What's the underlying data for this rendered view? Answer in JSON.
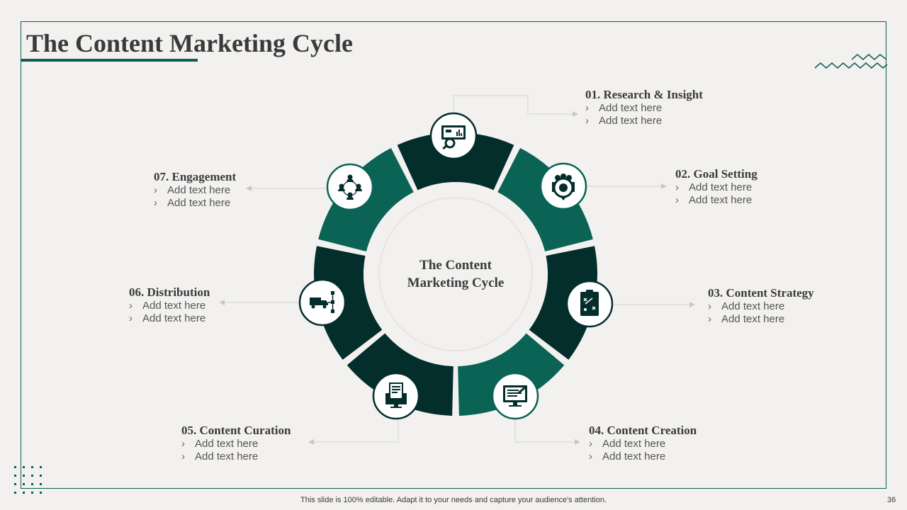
{
  "title": "The Content Marketing Cycle",
  "center_label_line1": "The Content",
  "center_label_line2": "Marketing  Cycle",
  "colors": {
    "dark": "#032e2c",
    "medium": "#0a6355",
    "accent": "#0b5e52",
    "background": "#f2f1ef"
  },
  "steps": [
    {
      "heading": "01. Research & Insight",
      "bullets": [
        "Add text here",
        "Add text here"
      ],
      "icon": "research-chart-icon",
      "color": "dark"
    },
    {
      "heading": "02. Goal Setting",
      "bullets": [
        "Add text here",
        "Add text here"
      ],
      "icon": "team-target-icon",
      "color": "medium"
    },
    {
      "heading": "03. Content Strategy",
      "bullets": [
        "Add text here",
        "Add text here"
      ],
      "icon": "strategy-clipboard-icon",
      "color": "dark"
    },
    {
      "heading": "04. Content Creation",
      "bullets": [
        "Add text here",
        "Add text here"
      ],
      "icon": "monitor-edit-icon",
      "color": "medium"
    },
    {
      "heading": "05. Content Curation",
      "bullets": [
        "Add text here",
        "Add text here"
      ],
      "icon": "monitor-document-icon",
      "color": "dark"
    },
    {
      "heading": "06. Distribution",
      "bullets": [
        "Add text here",
        "Add text here"
      ],
      "icon": "delivery-truck-icon",
      "color": "dark"
    },
    {
      "heading": "07. Engagement",
      "bullets": [
        "Add text here",
        "Add text here"
      ],
      "icon": "people-network-icon",
      "color": "medium"
    }
  ],
  "footer": "This slide is 100% editable. Adapt it to your needs and capture your audience's attention.",
  "page_number": "36"
}
